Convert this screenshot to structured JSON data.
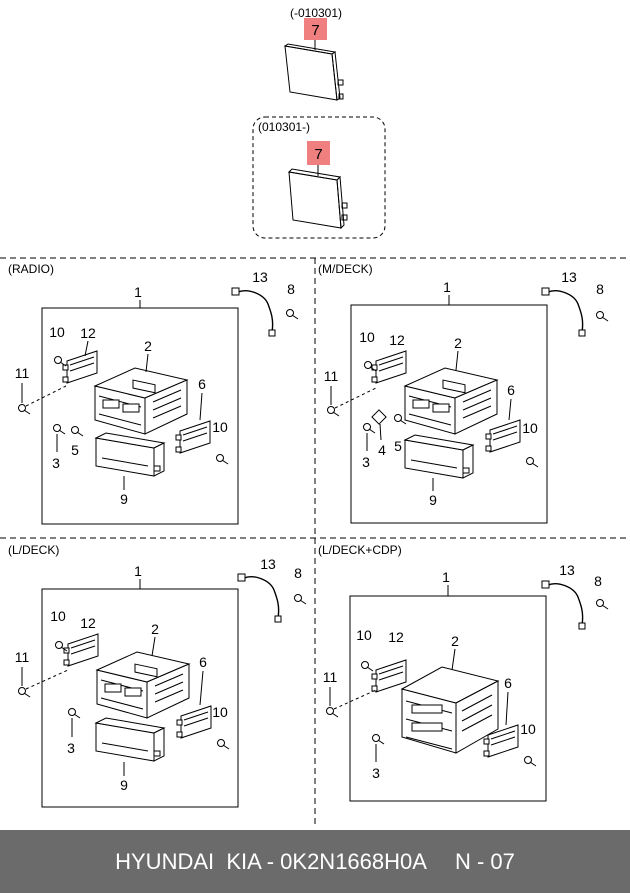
{
  "top": {
    "variant_a": "(-010301)",
    "variant_b": "(010301-)",
    "callout": "7"
  },
  "panels": [
    {
      "label": "(RADIO)",
      "callouts": [
        "1",
        "2",
        "3",
        "5",
        "6",
        "8",
        "9",
        "10",
        "10",
        "11",
        "12",
        "13"
      ]
    },
    {
      "label": "(M/DECK)",
      "callouts": [
        "1",
        "2",
        "3",
        "4",
        "5",
        "6",
        "8",
        "9",
        "10",
        "10",
        "11",
        "12",
        "13"
      ]
    },
    {
      "label": "(L/DECK)",
      "callouts": [
        "1",
        "2",
        "3",
        "6",
        "8",
        "9",
        "10",
        "10",
        "11",
        "12",
        "13"
      ]
    },
    {
      "label": "(L/DECK+CDP)",
      "callouts": [
        "1",
        "2",
        "3",
        "6",
        "8",
        "10",
        "10",
        "11",
        "12",
        "13"
      ]
    }
  ],
  "footer": {
    "brand": "HYUNDAI  KIA - 0K2N1668H0A",
    "page": "N - 07"
  },
  "colors": {
    "highlight": "#f08080",
    "footer_bg": "#6b6b6b"
  }
}
